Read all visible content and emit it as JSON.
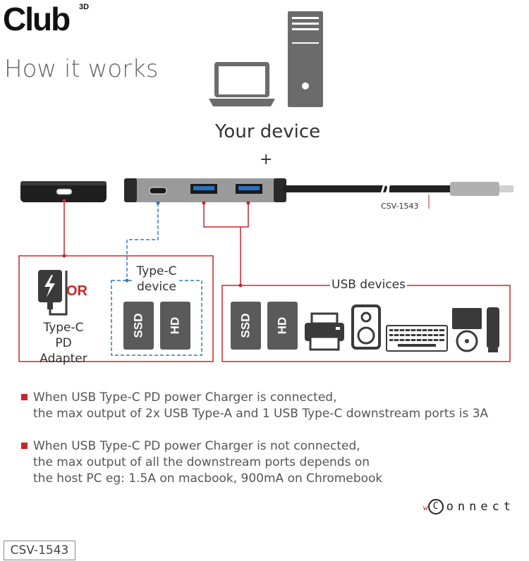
{
  "brand": {
    "logo": "Club",
    "logo_sup": "3D"
  },
  "heading": "How it works",
  "your_device": "Your device",
  "plus": "+",
  "model_tag": "CSV-1543",
  "left_box": {
    "or_label": "OR",
    "adapter_label_line1": "Type-C",
    "adapter_label_line2": "PD Adapter",
    "typec_device_line1": "Type-C",
    "typec_device_line2": "device",
    "ssd": "SSD",
    "hd": "HD"
  },
  "right_box": {
    "title": "USB devices",
    "ssd": "SSD",
    "hd": "HD"
  },
  "notes": [
    {
      "line1": "When USB Type-C PD power Charger is connected,",
      "line2": "the max output of 2x USB Type-A and 1 USB Type-C downstream ports is 3A",
      "line3": ""
    },
    {
      "line1": "When USB Type-C PD power Charger is not connected,",
      "line2": "the max output of all the downstream ports depends on",
      "line3": "the host PC eg: 1.5A on macbook, 900mA on Chromebook"
    }
  ],
  "wconnect": {
    "prefix": "w",
    "mark": "C",
    "rest": "onnect"
  },
  "footer": "CSV-1543",
  "colors": {
    "accent_red": "#c8262b",
    "link_blue": "#2a7fc4",
    "drive_dark": "#5a5a5a"
  }
}
